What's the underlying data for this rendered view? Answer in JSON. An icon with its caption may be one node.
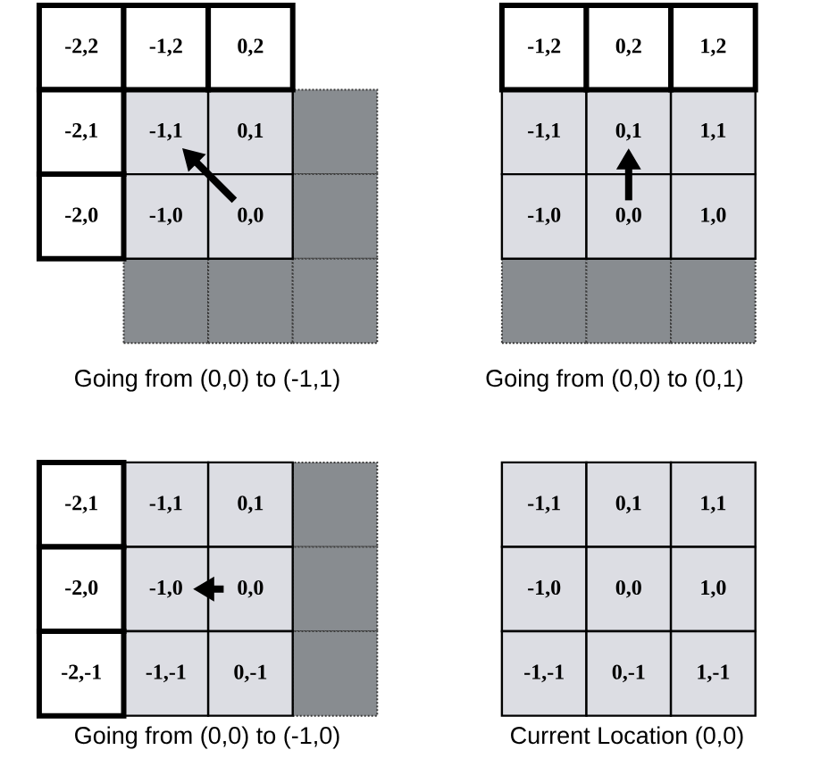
{
  "diagram": {
    "nodes": [
      {
        "text": [
          "-2,2"
        ]
      },
      {
        "text": [
          "-1,2"
        ]
      },
      {
        "text": [
          "0,2"
        ]
      },
      {
        "text": [
          "-2,1"
        ]
      },
      {
        "text": [
          "-1,1"
        ]
      },
      {
        "text": [
          "0,1"
        ]
      },
      {
        "text": [],
        "shape": "box"
      },
      {
        "text": [
          "-2,0"
        ]
      },
      {
        "text": [
          "-1,0"
        ]
      },
      {
        "text": [
          "0,0"
        ]
      },
      {
        "text": [],
        "shape": "box"
      },
      {
        "text": [],
        "shape": "box"
      },
      {
        "text": [],
        "shape": "box"
      },
      {
        "text": [],
        "shape": "box"
      },
      {
        "text": [
          "-1,2"
        ]
      },
      {
        "text": [
          "0,2"
        ]
      },
      {
        "text": [
          "1,2"
        ]
      },
      {
        "text": [
          "-1,1"
        ]
      },
      {
        "text": [
          "0,1"
        ]
      },
      {
        "text": [
          "1,1"
        ]
      },
      {
        "text": [
          "-1,0"
        ]
      },
      {
        "text": [
          "0,0"
        ]
      },
      {
        "text": [
          "1,0"
        ]
      },
      {
        "text": [],
        "shape": "box"
      },
      {
        "text": [],
        "shape": "box"
      },
      {
        "text": [],
        "shape": "box"
      },
      {
        "text": [
          "-2,1"
        ]
      },
      {
        "text": [
          "-1,1"
        ]
      },
      {
        "text": [
          "0,1"
        ]
      },
      {
        "text": [],
        "shape": "box"
      },
      {
        "text": [
          "-2,0"
        ]
      },
      {
        "text": [
          "-1,0"
        ]
      },
      {
        "text": [
          "0,0"
        ]
      },
      {
        "text": [],
        "shape": "box"
      },
      {
        "text": [
          "-2,-1"
        ]
      },
      {
        "text": [
          "-1,-1"
        ]
      },
      {
        "text": [
          "0,-1"
        ]
      },
      {
        "text": [],
        "shape": "box"
      },
      {
        "text": [
          "-1,1"
        ]
      },
      {
        "text": [
          "0,1"
        ]
      },
      {
        "text": [
          "1,1"
        ]
      },
      {
        "text": [
          "-1,0"
        ]
      },
      {
        "text": [
          "0,0"
        ]
      },
      {
        "text": [
          "1,0"
        ]
      },
      {
        "text": [
          "-1,-1"
        ]
      },
      {
        "text": [
          "0,-1"
        ]
      },
      {
        "text": [
          "1,-1"
        ]
      }
    ],
    "edges": [
      {
        "from": 9,
        "to": 4,
        "arrow": "to"
      },
      {
        "from": 21,
        "to": 18,
        "arrow": "to"
      },
      {
        "from": 32,
        "to": 31,
        "arrow": "to"
      }
    ],
    "labels": [
      "Going from (0,0) to (-1,1)",
      "Going from (0,0) to (0,1)",
      "Going from (0,0) to (-1,0)",
      "Current Location (0,0)"
    ]
  }
}
